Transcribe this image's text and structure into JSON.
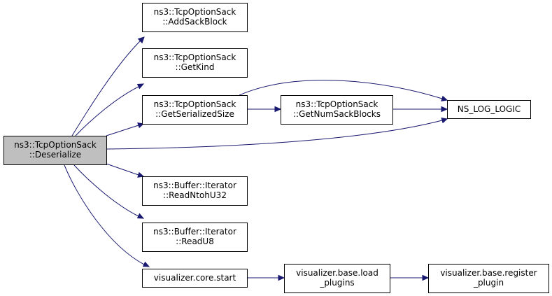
{
  "graph": {
    "colors": {
      "edge": "#191970",
      "root_fill": "#bfbfbf",
      "node_fill": "#ffffff",
      "border": "#000000"
    },
    "nodes": {
      "deserialize": {
        "line1": "ns3::TcpOptionSack",
        "line2": "::Deserialize"
      },
      "add_sack_block": {
        "line1": "ns3::TcpOptionSack",
        "line2": "::AddSackBlock"
      },
      "get_kind": {
        "line1": "ns3::TcpOptionSack",
        "line2": "::GetKind"
      },
      "get_serialized_size": {
        "line1": "ns3::TcpOptionSack",
        "line2": "::GetSerializedSize"
      },
      "get_num_sack_blocks": {
        "line1": "ns3::TcpOptionSack",
        "line2": "::GetNumSackBlocks"
      },
      "ns_log_logic": {
        "line1": "NS_LOG_LOGIC"
      },
      "read_ntoh_u32": {
        "line1": "ns3::Buffer::Iterator",
        "line2": "::ReadNtohU32"
      },
      "read_u8": {
        "line1": "ns3::Buffer::Iterator",
        "line2": "::ReadU8"
      },
      "visualizer_core_start": {
        "line1": "visualizer.core.start"
      },
      "visualizer_base_load_plugins": {
        "line1": "visualizer.base.load",
        "line2": "_plugins"
      },
      "visualizer_base_register_plugin": {
        "line1": "visualizer.base.register",
        "line2": "_plugin"
      }
    }
  }
}
